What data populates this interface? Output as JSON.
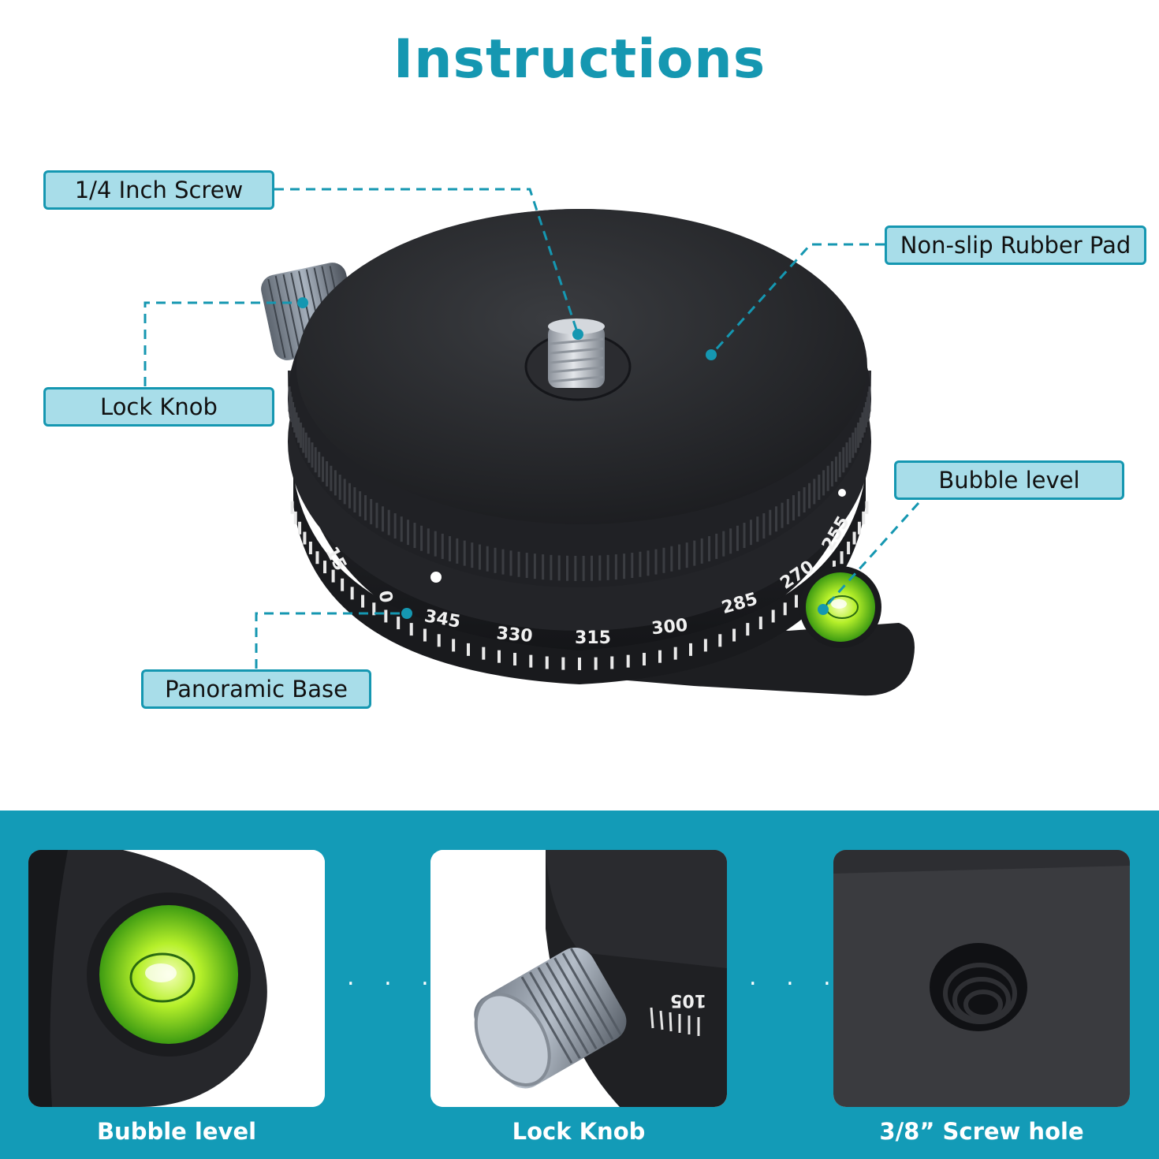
{
  "title": "Instructions",
  "colors": {
    "accent": "#1597b1",
    "label_bg": "#a8dde9",
    "band": "#139bb7"
  },
  "callouts": {
    "screw": "1/4 Inch Screw",
    "rubber_pad": "Non-slip Rubber Pad",
    "lock_knob": "Lock Knob",
    "bubble_level": "Bubble level",
    "panoramic_base": "Panoramic Base"
  },
  "scale_numbers": [
    "15",
    "0",
    "345",
    "330",
    "315",
    "300",
    "285",
    "270",
    "255"
  ],
  "detail_cards": [
    {
      "caption": "Bubble level"
    },
    {
      "caption": "Lock Knob",
      "scale_number": "105"
    },
    {
      "caption": "3/8” Screw hole"
    }
  ],
  "separator_dots": ". . ."
}
